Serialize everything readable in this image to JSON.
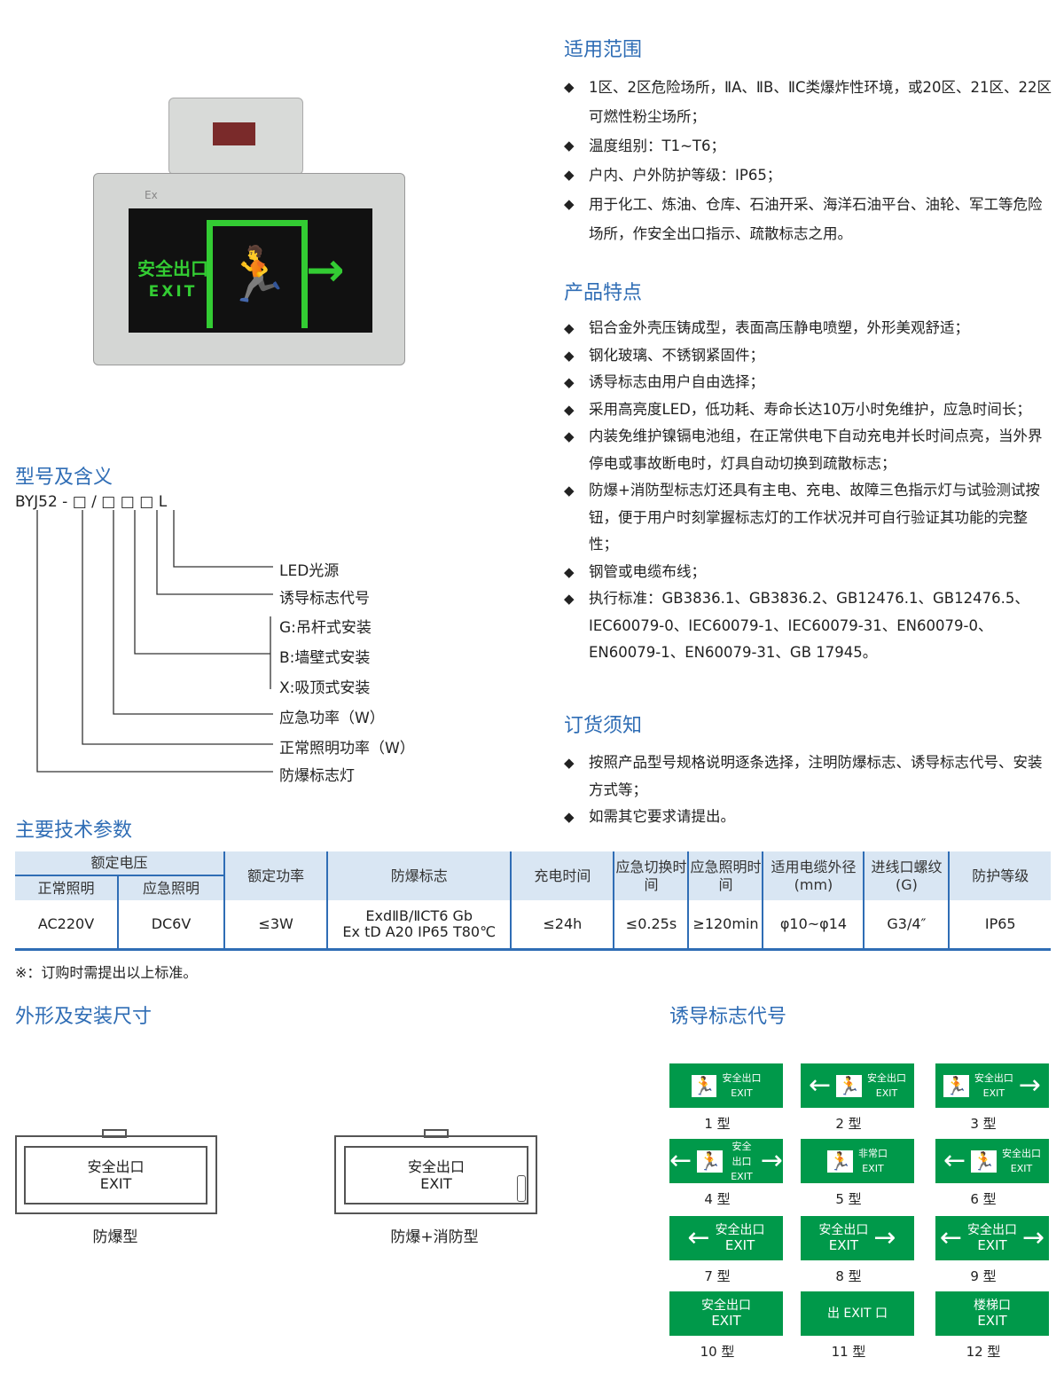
{
  "scope": {
    "title": "适用范围",
    "items": [
      "1区、2区危险场所，ⅡA、ⅡB、ⅡC类爆炸性环境，或20区、21区、22区可燃性粉尘场所；",
      "温度组别：T1~T6；",
      "户内、户外防护等级：IP65；",
      "用于化工、炼油、仓库、石油开采、海洋石油平台、油轮、军工等危险场所，作安全出口指示、疏散标志之用。"
    ]
  },
  "features": {
    "title": "产品特点",
    "items": [
      "铝合金外壳压铸成型，表面高压静电喷塑，外形美观舒适；",
      "钢化玻璃、不锈钢紧固件；",
      "诱导标志由用户自由选择；",
      "采用高亮度LED，低功耗、寿命长达10万小时免维护，应急时间长；",
      "内装免维护镍镉电池组，在正常供电下自动充电并长时间点亮，当外界停电或事故断电时，灯具自动切换到疏散标志；",
      "防爆+消防型标志灯还具有主电、充电、故障三色指示灯与试验测试按钮，便于用户时刻掌握标志灯的工作状况并可自行验证其功能的完整性；",
      "钢管或电缆布线；",
      "执行标准：GB3836.1、GB3836.2、GB12476.1、GB12476.5、IEC60079-0、IEC60079-1、IEC60079-31、EN60079-0、EN60079-1、EN60079-31、GB 17945。"
    ]
  },
  "ordering": {
    "title": "订货须知",
    "items": [
      "按照产品型号规格说明逐条选择，注明防爆标志、诱导标志代号、安装方式等；",
      "如需其它要求请提出。"
    ]
  },
  "product_image": {
    "sign_cn": "安全出口",
    "sign_en": "EXIT",
    "top_mark": "Ex"
  },
  "model": {
    "title": "型号及含义",
    "code": "BYJ52 - □ / □ □ □ L",
    "labels": [
      "LED光源",
      "诱导标志代号",
      "G:吊杆式安装",
      "B:墙壁式安装",
      "X:吸顶式安装",
      "应急功率（W）",
      "正常照明功率（W）",
      "防爆标志灯"
    ]
  },
  "params": {
    "title": "主要技术参数",
    "group_header": "额定电压",
    "headers": [
      "正常照明",
      "应急照明",
      "额定功率",
      "防爆标志",
      "充电时间",
      "应急切换时间",
      "应急照明时间",
      "适用电缆外径(mm)",
      "进线口螺纹(G)",
      "防护等级"
    ],
    "row": [
      "AC220V",
      "DC6V",
      "≤3W",
      "ExdⅡB/ⅡCT6 Gb\nEx tD A20 IP65 T80℃",
      "≤24h",
      "≤0.25s",
      "≥120min",
      "φ10~φ14",
      "G3/4″",
      "IP65"
    ],
    "note": "※：订购时需提出以上标准。"
  },
  "dims": {
    "title": "外形及安装尺寸",
    "panel_cn": "安全出口",
    "panel_en": "EXIT",
    "types": [
      "防爆型",
      "防爆+消防型"
    ]
  },
  "signs": {
    "title": "诱导标志代号",
    "items": [
      {
        "label": "1 型",
        "cn": "安全出口",
        "en": "EXIT",
        "left": "",
        "right": "",
        "fig": "🏃"
      },
      {
        "label": "2 型",
        "cn": "安全出口",
        "en": "EXIT",
        "left": "←",
        "right": "",
        "fig": "🏃"
      },
      {
        "label": "3 型",
        "cn": "安全出口",
        "en": "EXIT",
        "left": "",
        "right": "→",
        "fig": "🏃"
      },
      {
        "label": "4 型",
        "cn": "安全出口",
        "en": "EXIT",
        "left": "←",
        "right": "→",
        "fig": "🏃"
      },
      {
        "label": "5 型",
        "cn": "非常口",
        "en": "EXIT",
        "left": "",
        "right": "",
        "fig": "🏃"
      },
      {
        "label": "6 型",
        "cn": "安全出口",
        "en": "EXIT",
        "left": "←",
        "right": "",
        "fig": "🏃"
      },
      {
        "label": "7 型",
        "cn": "安全出口",
        "en": "EXIT",
        "left": "←",
        "right": "",
        "fig": ""
      },
      {
        "label": "8 型",
        "cn": "安全出口",
        "en": "EXIT",
        "left": "",
        "right": "→",
        "fig": ""
      },
      {
        "label": "9 型",
        "cn": "安全出口",
        "en": "EXIT",
        "left": "←",
        "right": "→",
        "fig": ""
      },
      {
        "label": "10 型",
        "cn": "安全出口",
        "en": "EXIT",
        "left": "",
        "right": "",
        "fig": ""
      },
      {
        "label": "11 型",
        "cn": "出 EXIT 口",
        "en": "",
        "left": "",
        "right": "",
        "fig": ""
      },
      {
        "label": "12 型",
        "cn": "楼梯口",
        "en": "EXIT",
        "left": "",
        "right": "",
        "fig": ""
      }
    ]
  },
  "colors": {
    "heading": "#2f6db5",
    "sign_green": "#00994a",
    "table_header_bg": "#d9e6f3"
  }
}
